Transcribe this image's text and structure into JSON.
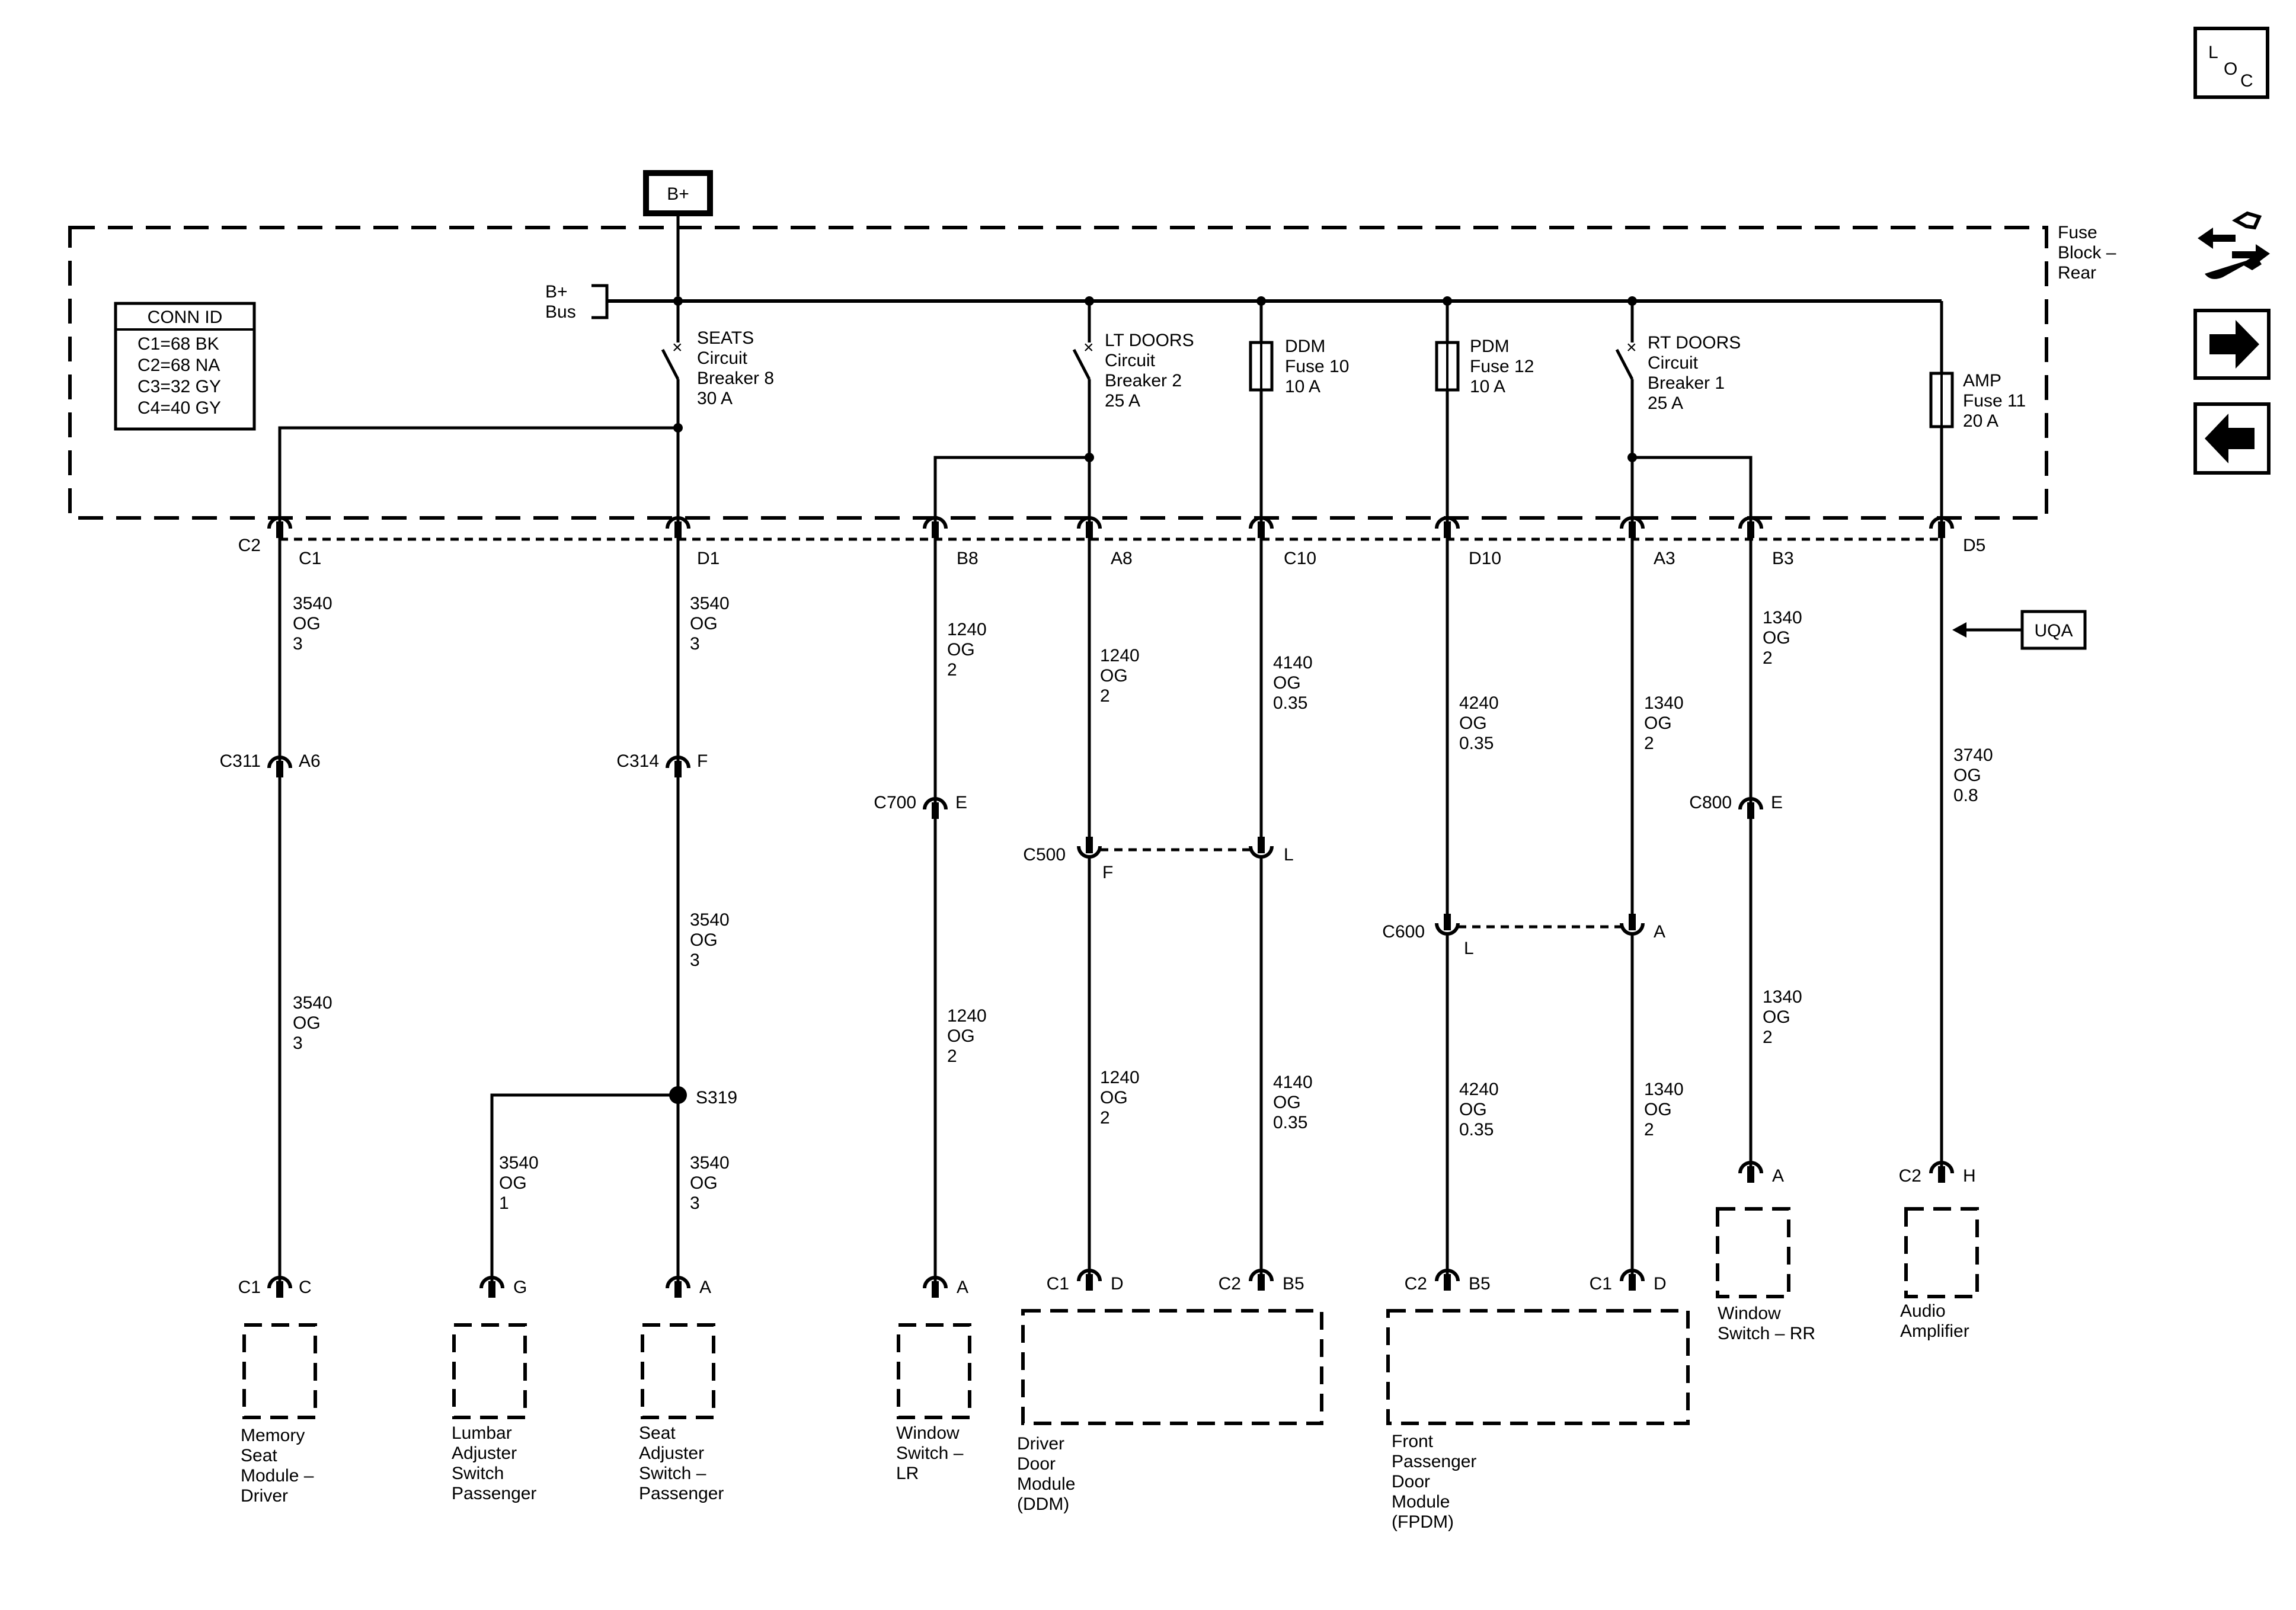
{
  "source": {
    "label": "B+",
    "bus_label": [
      "B+",
      "Bus"
    ]
  },
  "fuse_block": {
    "name": [
      "Fuse",
      "Block –",
      "Rear"
    ]
  },
  "conn_id": {
    "title": "CONN ID",
    "rows": [
      "C1=68 BK",
      "C2=68 NA",
      "C3=32 GY",
      "C4=40 GY"
    ]
  },
  "devices": [
    {
      "lines": [
        "SEATS",
        "Circuit",
        "Breaker 8",
        "30 A"
      ]
    },
    {
      "lines": [
        "LT DOORS",
        "Circuit",
        "Breaker 2",
        "25 A"
      ]
    },
    {
      "lines": [
        "DDM",
        "Fuse 10",
        "10 A"
      ]
    },
    {
      "lines": [
        "PDM",
        "Fuse 12",
        "10 A"
      ]
    },
    {
      "lines": [
        "RT DOORS",
        "Circuit",
        "Breaker 1",
        "25 A"
      ]
    },
    {
      "lines": [
        "AMP",
        "Fuse 11",
        "20 A"
      ]
    }
  ],
  "fuseblock_pins": [
    {
      "left": "C2",
      "right": "C1"
    },
    {
      "left": "",
      "right": "D1"
    },
    {
      "left": "",
      "right": "B8"
    },
    {
      "left": "",
      "right": "A8"
    },
    {
      "left": "",
      "right": "C10"
    },
    {
      "left": "",
      "right": "D10"
    },
    {
      "left": "",
      "right": "A3"
    },
    {
      "left": "",
      "right": "B3"
    },
    {
      "left": "",
      "right": "D5"
    }
  ],
  "wires": [
    {
      "circuit": "3540",
      "color": "OG",
      "size": "3"
    },
    {
      "circuit": "3540",
      "color": "OG",
      "size": "3"
    },
    {
      "circuit": "1240",
      "color": "OG",
      "size": "2"
    },
    {
      "circuit": "1240",
      "color": "OG",
      "size": "2"
    },
    {
      "circuit": "4140",
      "color": "OG",
      "size": "0.35"
    },
    {
      "circuit": "4240",
      "color": "OG",
      "size": "0.35"
    },
    {
      "circuit": "1340",
      "color": "OG",
      "size": "2"
    },
    {
      "circuit": "1340",
      "color": "OG",
      "size": "2"
    },
    {
      "circuit": "3740",
      "color": "OG",
      "size": "0.8"
    },
    {
      "circuit": "3540",
      "color": "OG",
      "size": "3"
    },
    {
      "circuit": "3540",
      "color": "OG",
      "size": "3"
    },
    {
      "circuit": "1240",
      "color": "OG",
      "size": "2"
    },
    {
      "circuit": "1240",
      "color": "OG",
      "size": "2"
    },
    {
      "circuit": "4140",
      "color": "OG",
      "size": "0.35"
    },
    {
      "circuit": "4240",
      "color": "OG",
      "size": "0.35"
    },
    {
      "circuit": "1340",
      "color": "OG",
      "size": "2"
    },
    {
      "circuit": "1340",
      "color": "OG",
      "size": "2"
    },
    {
      "circuit": "3540",
      "color": "OG",
      "size": "1"
    },
    {
      "circuit": "3540",
      "color": "OG",
      "size": "3"
    }
  ],
  "inline_connectors": [
    {
      "name": "C311",
      "pin": "A6"
    },
    {
      "name": "C314",
      "pin": "F"
    },
    {
      "name": "C700",
      "pin": "E"
    },
    {
      "name": "C800",
      "pin": "E"
    },
    {
      "name": "C500",
      "pin": "F"
    },
    {
      "name": "",
      "pin": "L"
    },
    {
      "name": "C600",
      "pin": "L"
    },
    {
      "name": "",
      "pin": "A"
    }
  ],
  "splice": {
    "name": "S319"
  },
  "option_tag": {
    "label": "UQA"
  },
  "component_pins": [
    {
      "conn": "C1",
      "pin": "C"
    },
    {
      "conn": "",
      "pin": "G"
    },
    {
      "conn": "",
      "pin": "A"
    },
    {
      "conn": "",
      "pin": "A"
    },
    {
      "conn": "C1",
      "pin": "D"
    },
    {
      "conn": "C2",
      "pin": "B5"
    },
    {
      "conn": "C2",
      "pin": "B5"
    },
    {
      "conn": "C1",
      "pin": "D"
    },
    {
      "conn": "",
      "pin": "A"
    },
    {
      "conn": "C2",
      "pin": "H"
    }
  ],
  "components": [
    {
      "lines": [
        "Memory",
        "Seat",
        "Module –",
        "Driver"
      ]
    },
    {
      "lines": [
        "Lumbar",
        "Adjuster",
        "Switch",
        "Passenger"
      ]
    },
    {
      "lines": [
        "Seat",
        "Adjuster",
        "Switch –",
        "Passenger"
      ]
    },
    {
      "lines": [
        "Window",
        "Switch –",
        "LR"
      ]
    },
    {
      "lines": [
        "Driver",
        "Door",
        "Module",
        "(DDM)"
      ]
    },
    {
      "lines": [
        "Front",
        "Passenger",
        "Door",
        "Module",
        "(FPDM)"
      ]
    },
    {
      "lines": [
        "Window",
        "Switch – RR"
      ]
    },
    {
      "lines": [
        "Audio",
        "Amplifier"
      ]
    }
  ],
  "side_nav": {
    "loc": {
      "l": "L",
      "o": "O",
      "c": "C"
    }
  }
}
